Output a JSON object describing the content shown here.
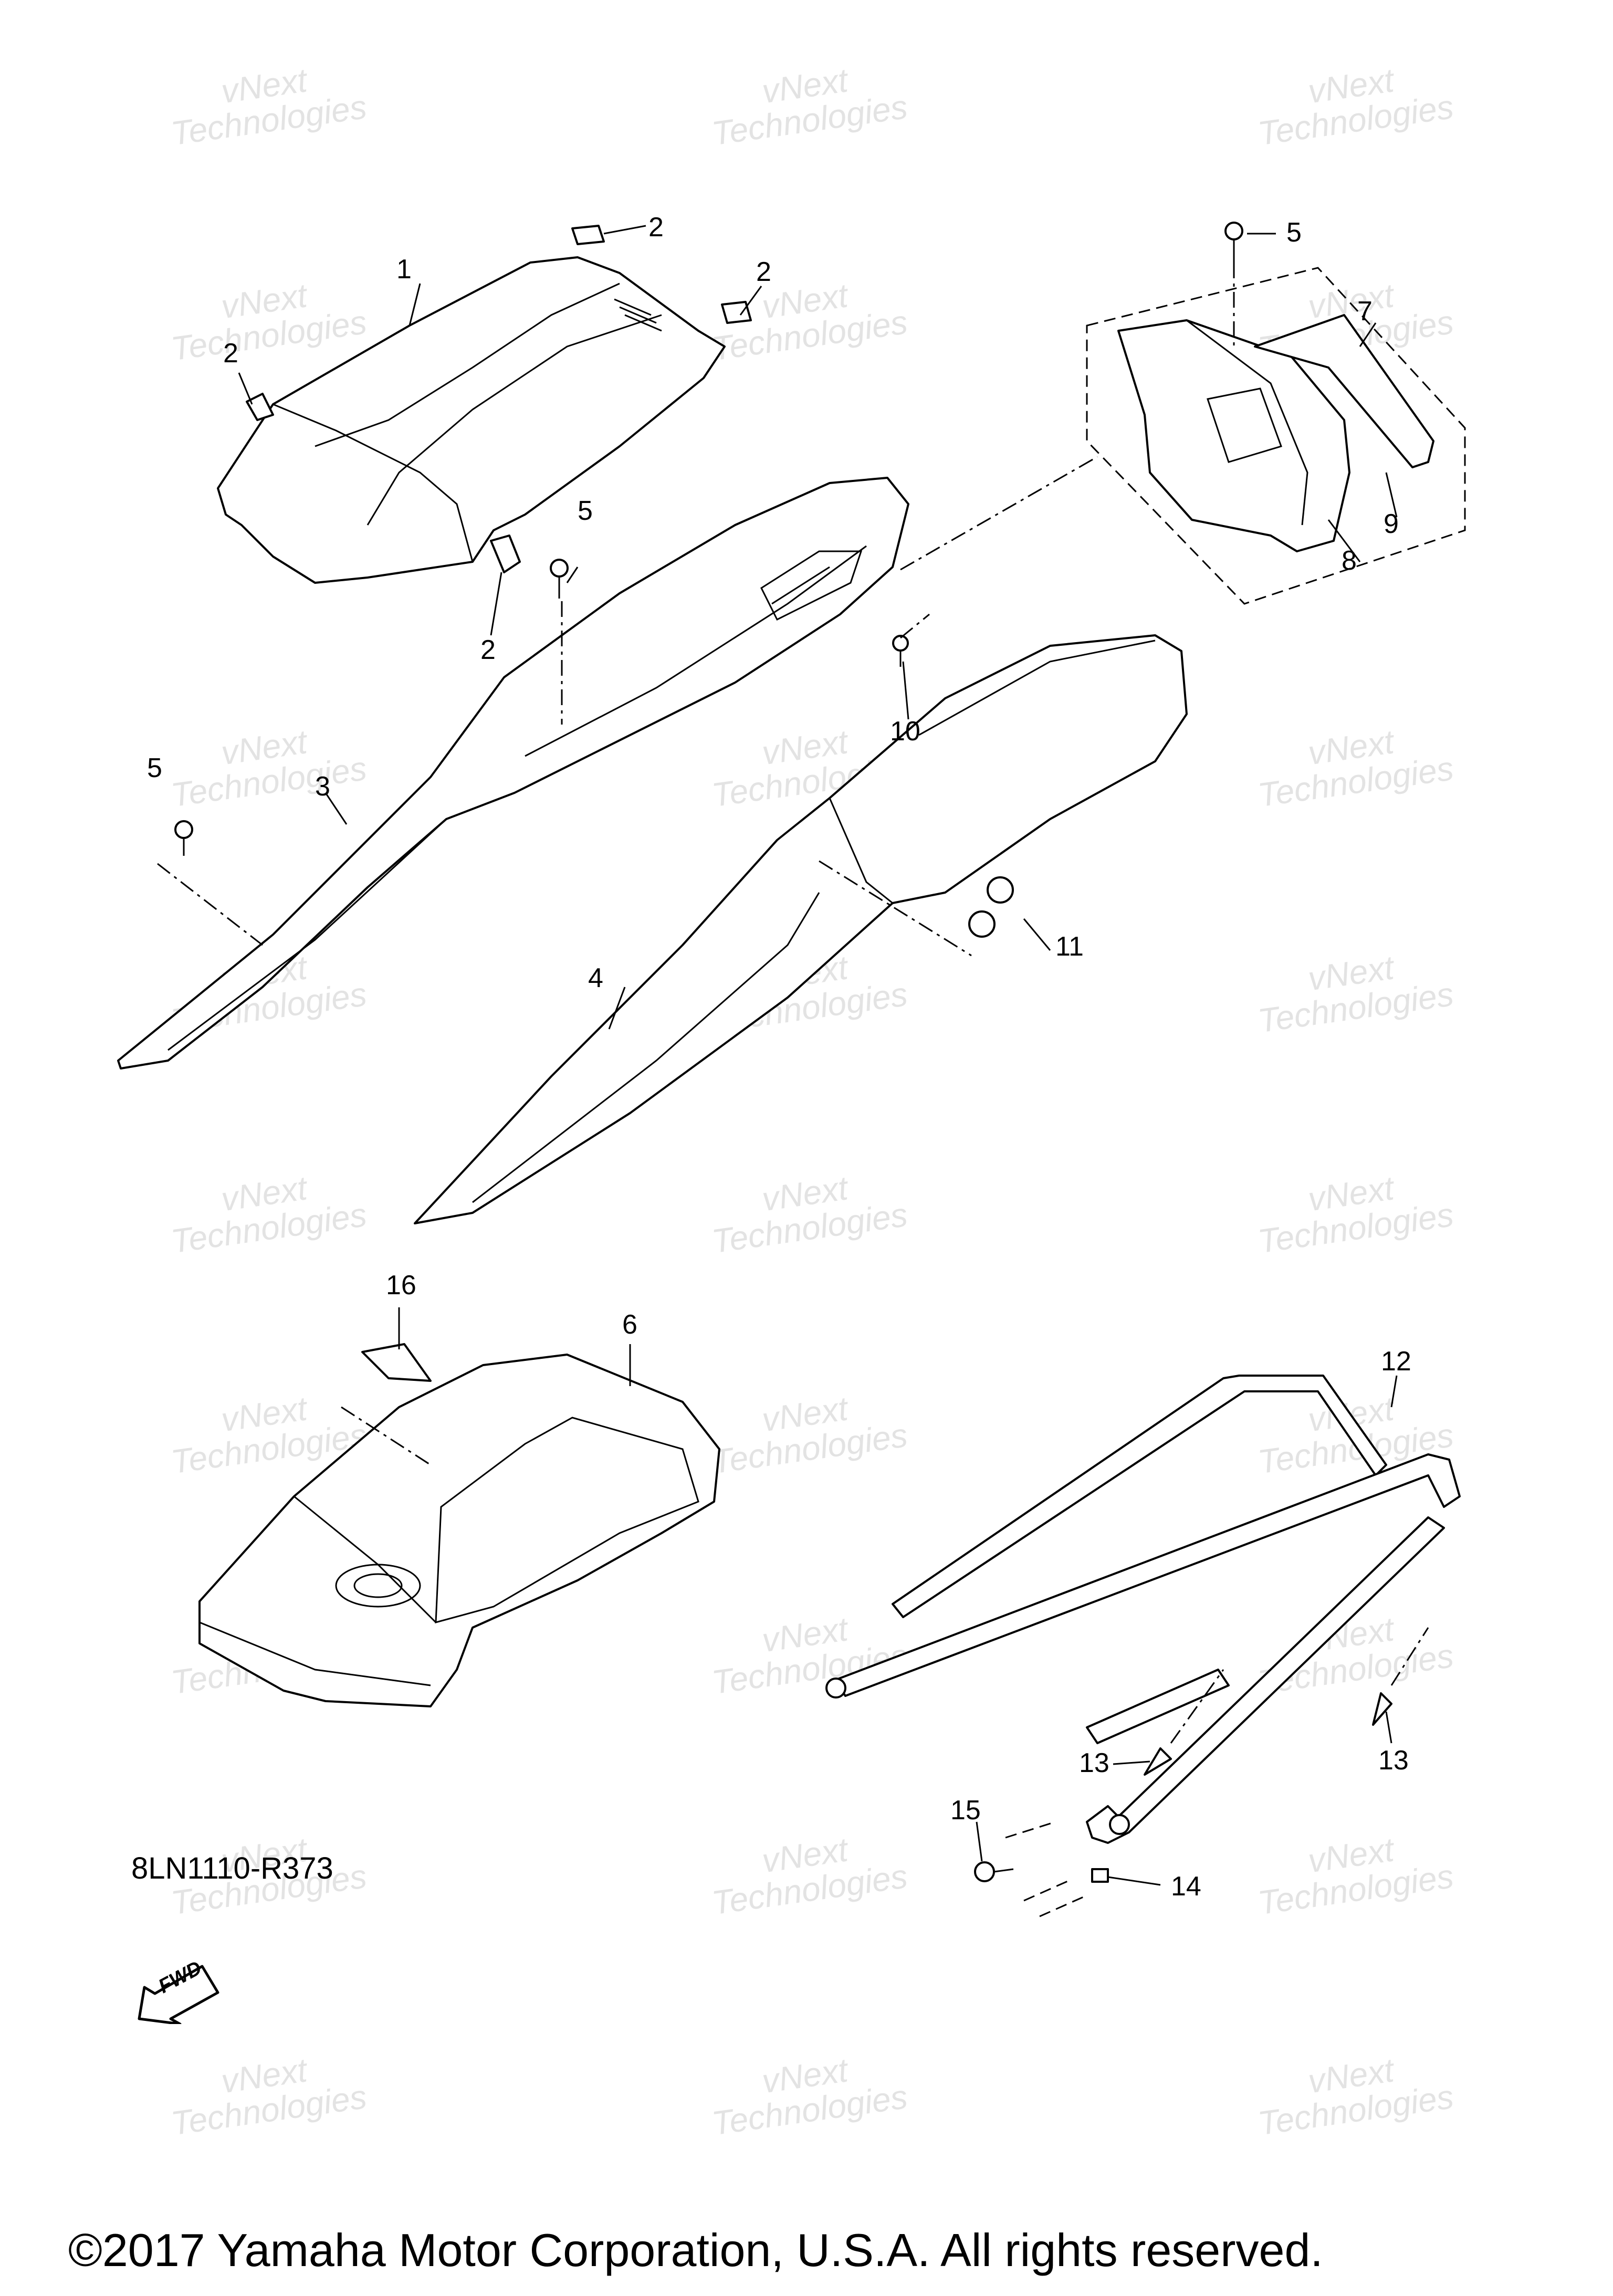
{
  "diagram_code": "8LN1110-R373",
  "copyright": "©2017 Yamaha Motor Corporation, U.S.A. All rights reserved.",
  "fwd_label": "FWD",
  "watermark": {
    "line1": "vNext",
    "line2": "Technologies"
  },
  "callouts": {
    "c1": "1",
    "c2a": "2",
    "c2b": "2",
    "c2c": "2",
    "c2d": "2",
    "c3": "3",
    "c4": "4",
    "c5a": "5",
    "c5b": "5",
    "c5c": "5",
    "c6": "6",
    "c7": "7",
    "c8": "8",
    "c9": "9",
    "c10": "10",
    "c11": "11",
    "c12": "12",
    "c13a": "13",
    "c13b": "13",
    "c14": "14",
    "c15": "15",
    "c16": "16"
  }
}
